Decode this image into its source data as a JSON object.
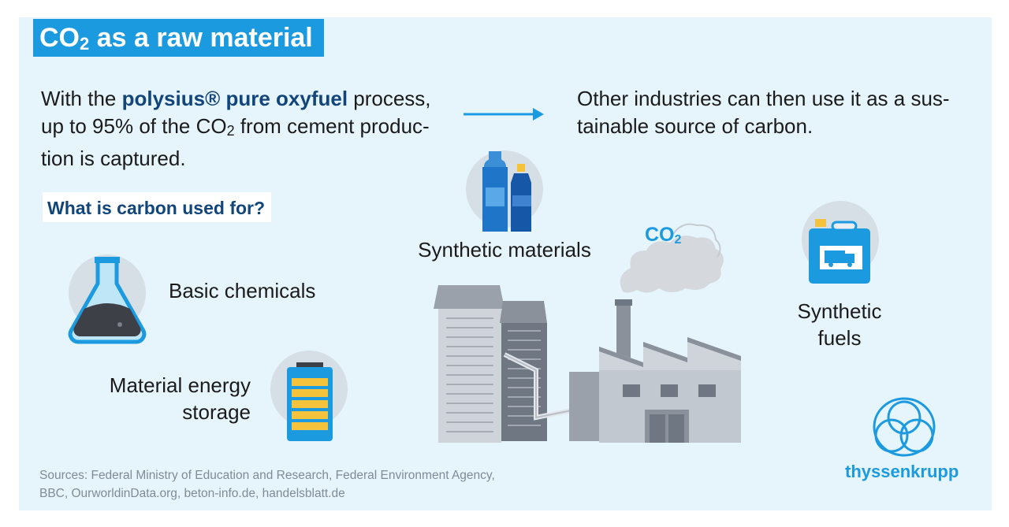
{
  "title": {
    "main": "CO",
    "sub": "2",
    "rest": " as a raw material"
  },
  "intro": {
    "part1": "With the ",
    "highlight": "polysius® pure oxyfuel",
    "part2": " process, up to 95% of the CO",
    "sub": "2",
    "part3": " from cement produc­tion is captured."
  },
  "outro": "Other industries can then use it as a sus­tainable source of carbon.",
  "question": "What is carbon used for?",
  "uses": {
    "basic_chemicals": "Basic chemicals",
    "energy_storage": "Material energy storage",
    "synthetic_materials": "Synthetic materials",
    "synthetic_fuels": "Synthetic fuels"
  },
  "co2_label": {
    "main": "CO",
    "sub": "2"
  },
  "sources": "Sources: Federal Ministry of Education and Research, Federal Environment Agency, BBC, OurworldinData.org, beton-info.de, handelsblatt.de",
  "brand": "thyssenkrupp",
  "colors": {
    "accent": "#1c9ae0",
    "dark_blue": "#12457a",
    "background": "#e6f4fc",
    "battery_yellow": "#f5c33b"
  },
  "icons": [
    "flask-icon",
    "battery-icon",
    "bottles-icon",
    "fuel-canister-icon",
    "factory-illustration",
    "smoke-cloud",
    "arrow-right-icon",
    "thyssenkrupp-logo"
  ]
}
